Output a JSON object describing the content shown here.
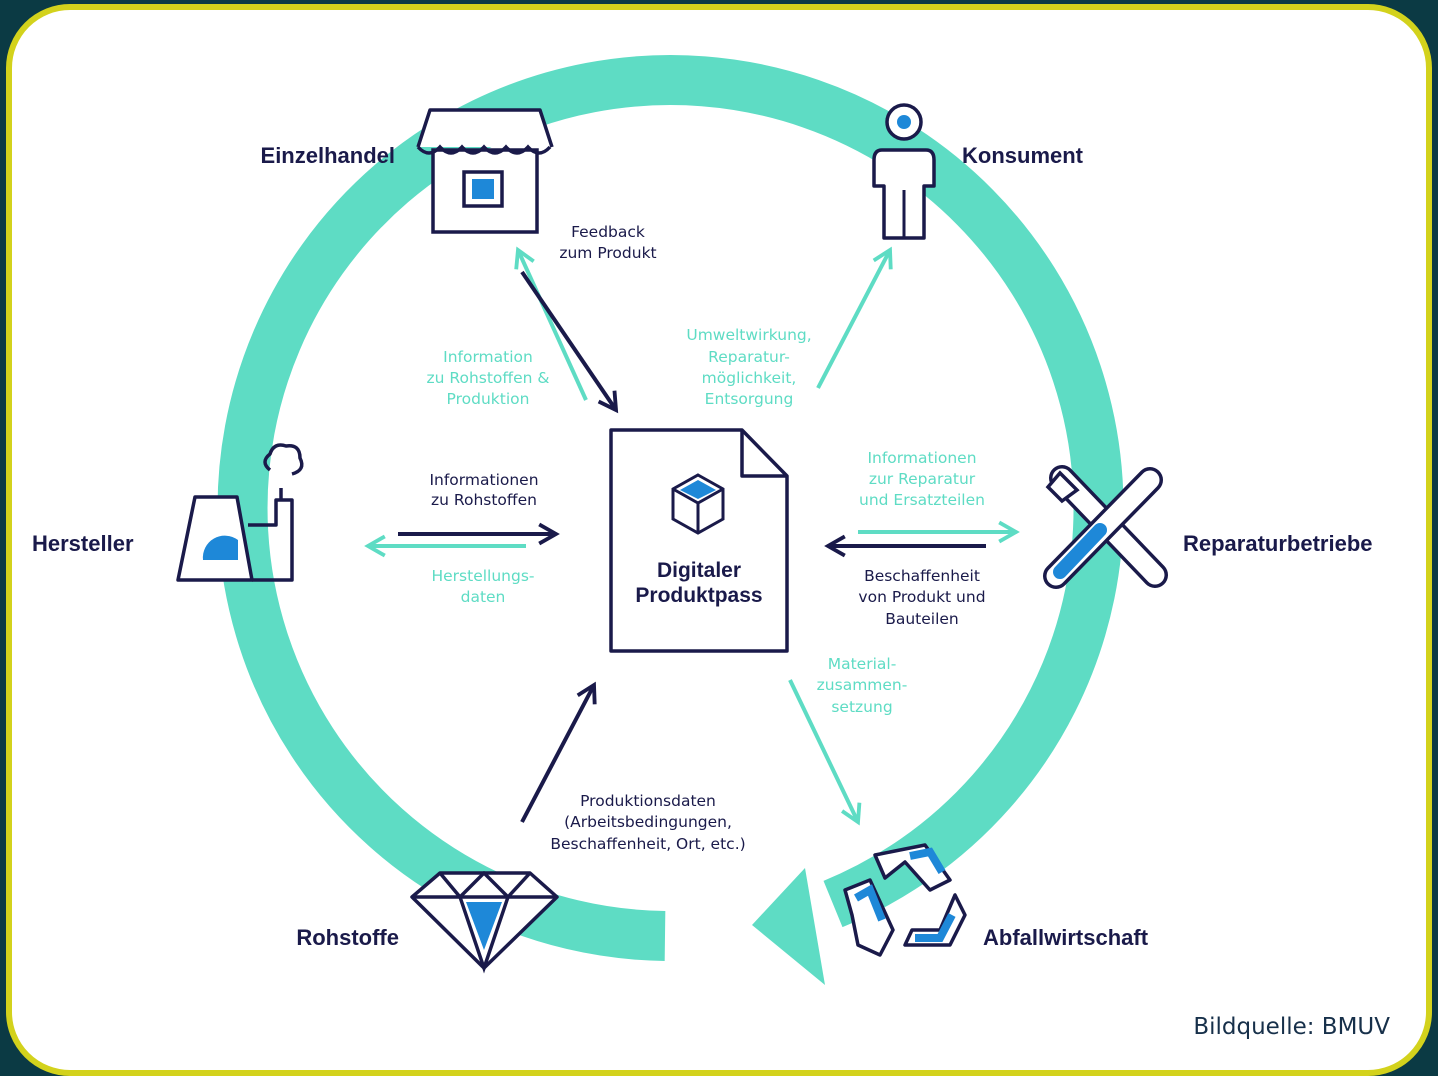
{
  "colors": {
    "background": "#0b3a44",
    "frame_border": "#d3d21c",
    "cycle": "#5edcc4",
    "navy": "#1a1a4a",
    "icon_blue": "#1e88d8"
  },
  "center": {
    "line1": "Digitaler",
    "line2": "Produktpass"
  },
  "nodes": {
    "einzelhandel": "Einzelhandel",
    "konsument": "Konsument",
    "hersteller": "Hersteller",
    "reparaturbetriebe": "Reparaturbetriebe",
    "rohstoffe": "Rohstoffe",
    "abfallwirtschaft": "Abfallwirtschaft"
  },
  "flows": {
    "feedback": [
      "Feedback",
      "zum Produkt"
    ],
    "info_rohstoffe_produktion": [
      "Information",
      "zu Rohstoffen &",
      "Produktion"
    ],
    "umweltwirkung": [
      "Umweltwirkung,",
      "Reparatur-",
      "möglichkeit,",
      "Entsorgung"
    ],
    "info_rohstoffe": [
      "Informationen",
      "zu Rohstoffen"
    ],
    "herstellungsdaten": [
      "Herstellungs-",
      "daten"
    ],
    "info_reparatur": [
      "Informationen",
      "zur Reparatur",
      "und Ersatzteilen"
    ],
    "beschaffenheit": [
      "Beschaffenheit",
      "von Produkt und",
      "Bauteilen"
    ],
    "material": [
      "Material-",
      "zusammen-",
      "setzung"
    ],
    "produktionsdaten": [
      "Produktionsdaten",
      "(Arbeitsbedingungen,",
      "Beschaffenheit, Ort, etc.)"
    ]
  },
  "credit": "Bildquelle: BMUV"
}
